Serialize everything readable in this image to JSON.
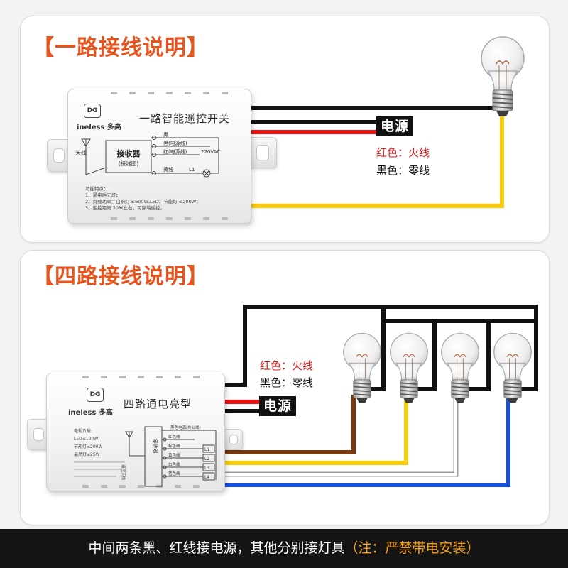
{
  "section_one": {
    "title": "【一路接线说明】",
    "device": {
      "logo": "DG",
      "brand": "ineless 多高",
      "model": "一路智能遥控开关",
      "antenna": "天线",
      "receiver": "接收器",
      "receiver_sub": "(接线图)",
      "wire_black": "黑",
      "wire_black_power": "黑(电源线)",
      "wire_red_power": "红(电源线)",
      "voltage": "220VAC",
      "wire_yellow": "黄线",
      "load": "L1",
      "features_title": "功能特点：",
      "features": [
        "1、通电后无灯；",
        "2、负载功率：白炽灯 ≤600W,LED、节能灯 ≤200W；",
        "3、遥控距离 20米左右，可穿墙遥控。"
      ]
    },
    "power_label": "电源",
    "legend": {
      "red": "红色：火线",
      "black": "黑色：零线"
    }
  },
  "section_four": {
    "title": "【四路接线说明】",
    "device": {
      "logo": "DG",
      "brand": "ineless 多高",
      "model": "四路通电亮型",
      "specs": [
        "电视负载:",
        "LED≤100W",
        "节能灯≤200W",
        "最然灯≤25W"
      ],
      "antenna": "遥控天线",
      "receiver": "接收器",
      "common": "黑色电源(共公线)",
      "wires": [
        "红色线",
        "棕色线",
        "黄色线",
        "白色线",
        "蓝色线"
      ],
      "loads": [
        "L1",
        "L2",
        "L3",
        "L4"
      ]
    },
    "power_label": "电源",
    "legend": {
      "red": "红色：火线",
      "black": "黑色：零线"
    }
  },
  "footer": {
    "main": "中间两条黑、红线接电源，其他分别接灯具",
    "note": "（注：严禁带电安装）"
  },
  "colors": {
    "title": "#e8541d",
    "black_wire": "#111111",
    "red_wire": "#ee1111",
    "yellow_wire": "#f5cc0f",
    "brown_wire": "#7a3a10",
    "white_wire": "#ffffff",
    "blue_wire": "#1450d8",
    "footer_note": "#f6a21a"
  }
}
